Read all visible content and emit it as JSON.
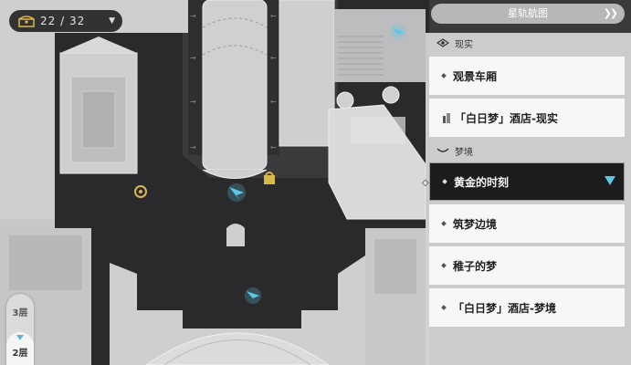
{
  "chest_counter": {
    "text": "22 / 32",
    "icon": "treasure-chest-icon"
  },
  "floors": [
    {
      "label": "3层",
      "selected": false
    },
    {
      "label": "2层",
      "selected": true
    }
  ],
  "panel": {
    "title": "星轨航图",
    "sections": [
      {
        "title": "现实",
        "icon": "eye-icon",
        "items": [
          {
            "label": "观景车厢",
            "icon": "dot-icon",
            "selected": false
          },
          {
            "label": "「白日梦」酒店-现实",
            "icon": "hotel-icon",
            "selected": false
          }
        ]
      },
      {
        "title": "梦境",
        "icon": "wave-icon",
        "items": [
          {
            "label": "黄金的时刻",
            "icon": "dot-icon",
            "selected": true
          },
          {
            "label": "筑梦边境",
            "icon": "dot-icon",
            "selected": false
          },
          {
            "label": "稚子的梦",
            "icon": "dot-icon",
            "selected": false
          },
          {
            "label": "「白日梦」酒店-梦境",
            "icon": "dot-icon",
            "selected": false
          }
        ]
      }
    ]
  },
  "colors": {
    "accent_blue": "#5ec6e8",
    "map_dark": "#2b2b2d",
    "map_light": "#d8d8da",
    "selected_bg": "#1c1c1e",
    "poi_gold": "#d9b84a"
  }
}
